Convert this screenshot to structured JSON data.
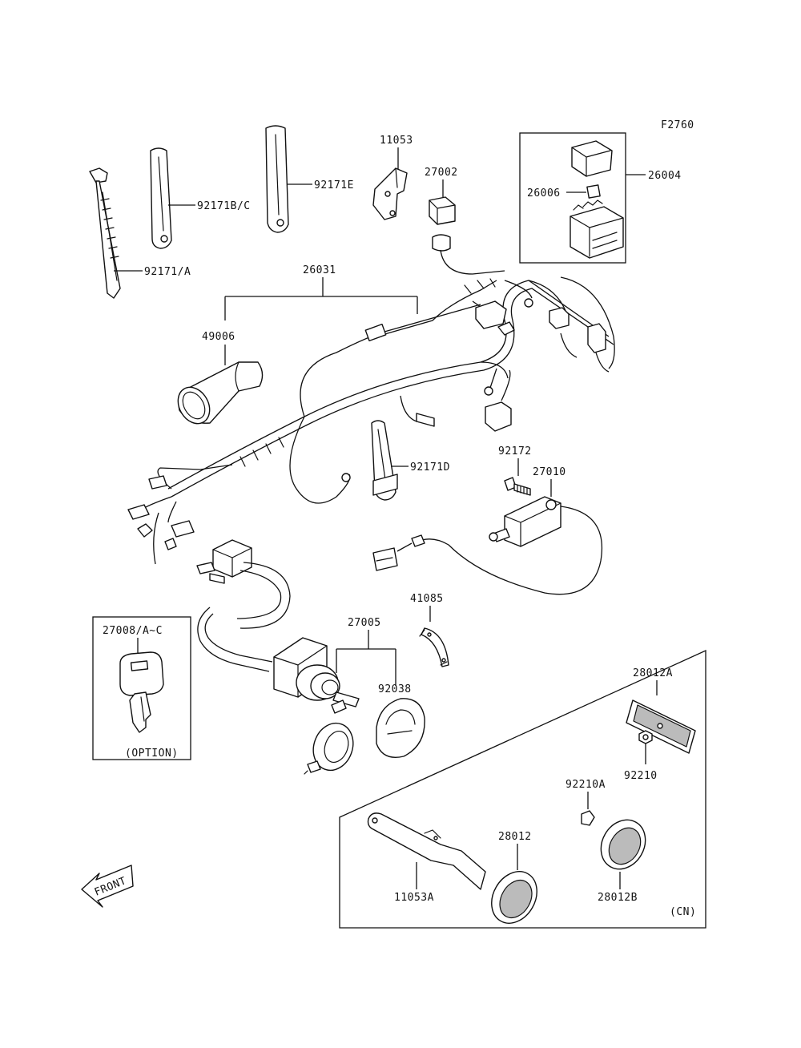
{
  "figure_code": "F2760",
  "labels": {
    "p92171_a": "92171/A",
    "p92171_bc": "92171B/C",
    "p92171_e": "92171E",
    "p11053": "11053",
    "p27002": "27002",
    "p26004": "26004",
    "p26006": "26006",
    "p26031": "26031",
    "p49006": "49006",
    "p92171_d": "92171D",
    "p92172": "92172",
    "p27010": "27010",
    "p41085": "41085",
    "p27005": "27005",
    "p92038": "92038",
    "p27008": "27008/A~C",
    "option": "(OPTION)",
    "p28012a": "28012A",
    "p92210": "92210",
    "p92210a": "92210A",
    "p28012": "28012",
    "p11053a": "11053A",
    "p28012b": "28012B",
    "cn": "(CN)",
    "front": "FRONT"
  }
}
